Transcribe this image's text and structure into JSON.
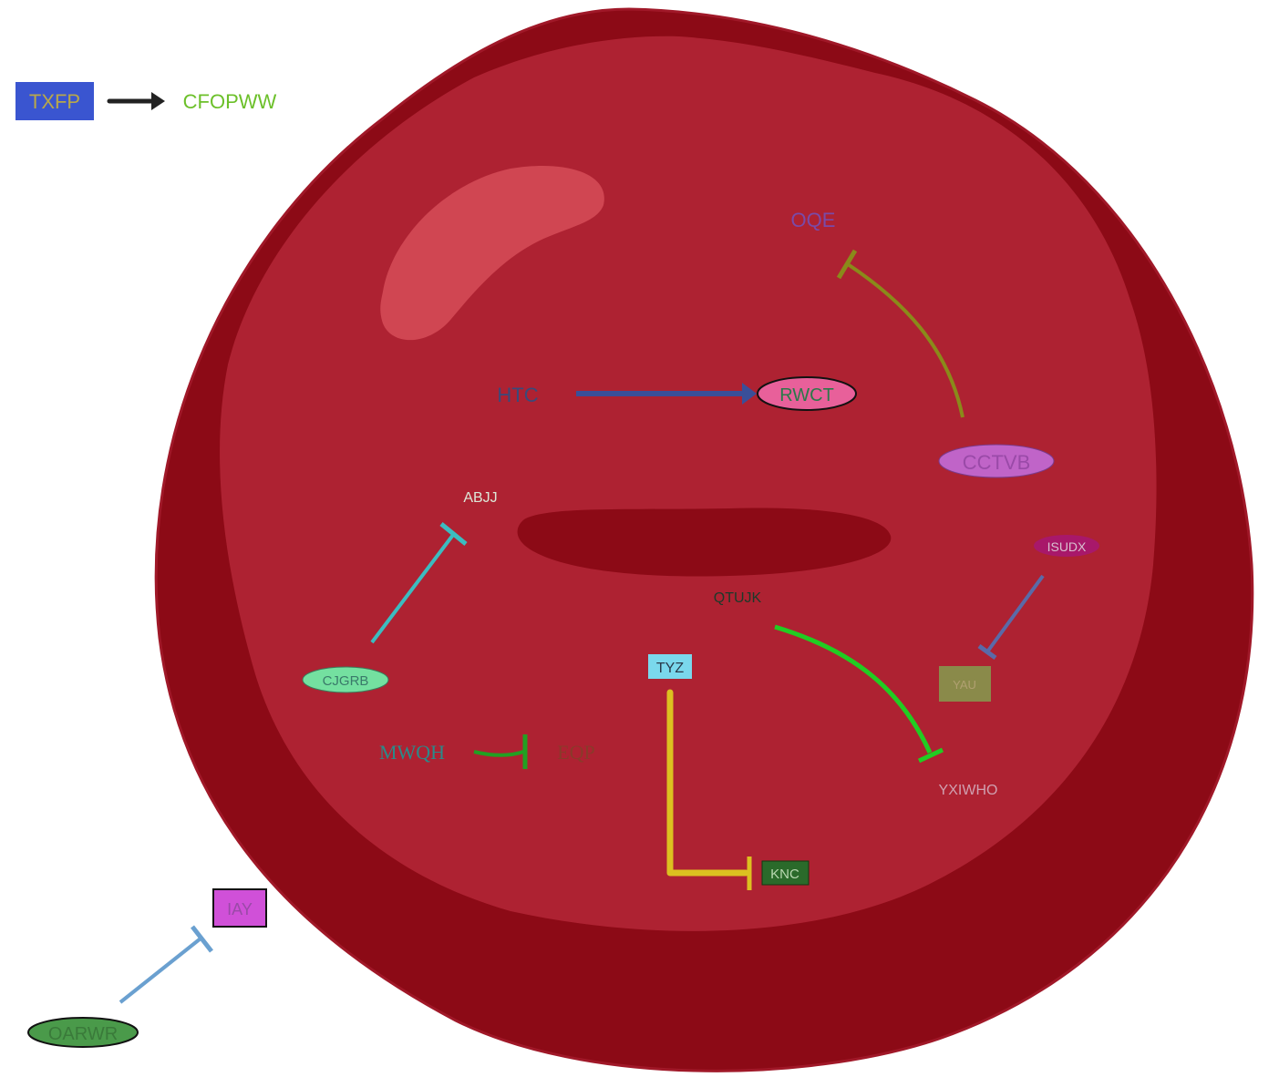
{
  "legend": {
    "source_label": "TXFP",
    "target_label": "CFOPWW",
    "box_color": "#3a55d0",
    "source_text_color": "#b8a84a",
    "target_text_color": "#6cc02a",
    "arrow_color": "#222222"
  },
  "cell": {
    "membrane_color": "#8c0a16",
    "cytoplasm_color": "#ae2232",
    "highlight_color": "#d04652",
    "nucleus_color": "#8c0a16"
  },
  "nodes": {
    "htc": "HTC",
    "rwct": "RWCT",
    "oqe": "OQE",
    "cctvb": "CCTVB",
    "abjj": "ABJJ",
    "cjgrb": "CJGRB",
    "isudx": "ISUDX",
    "yau": "YAU",
    "qtujk": "QTUJK",
    "yxiwho": "YXIWHO",
    "tyz": "TYZ",
    "knc": "KNC",
    "mwqh": "MWQH",
    "eqp": "EQP",
    "iay": "IAY",
    "oarwr": "OARWR"
  },
  "edges": [
    {
      "from": "HTC",
      "to": "RWCT",
      "type": "activation",
      "color": "#3a4f99"
    },
    {
      "from": "CCTVB",
      "to": "OQE",
      "type": "inhibition",
      "color": "#8a8a1a"
    },
    {
      "from": "CJGRB",
      "to": "ABJJ",
      "type": "inhibition",
      "color": "#3cbcc0"
    },
    {
      "from": "ISUDX",
      "to": "YAU",
      "type": "inhibition",
      "color": "#5a6aa8"
    },
    {
      "from": "QTUJK",
      "to": "YXIWHO",
      "type": "inhibition",
      "color": "#22cc22"
    },
    {
      "from": "TYZ",
      "to": "KNC",
      "type": "inhibition",
      "color": "#dcc020"
    },
    {
      "from": "MWQH",
      "to": "EQP",
      "type": "inhibition",
      "color": "#22a022"
    },
    {
      "from": "OARWR",
      "to": "IAY",
      "type": "inhibition",
      "color": "#6aa0d0"
    }
  ]
}
